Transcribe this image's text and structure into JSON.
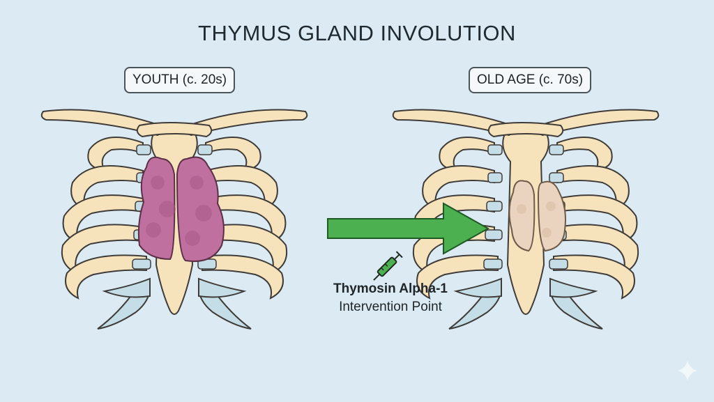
{
  "diagram": {
    "title": "THYMUS GLAND INVOLUTION",
    "stages": [
      {
        "label": "YOUTH (c. 20s)",
        "thymus_color": "#c0709f"
      },
      {
        "label": "OLD AGE (c. 70s)",
        "thymus_color": "#ead4bf"
      }
    ],
    "intervention": {
      "name": "Thymosin Alpha-1",
      "description": "Intervention Point",
      "icon": "syringe-icon"
    },
    "arrow_color": "#4caf50",
    "colors": {
      "background": "#dcebf3",
      "bone": "#f6e3bc",
      "bone_outline": "#3e3b38",
      "cartilage": "#c5dde6"
    },
    "corner_icon": "sparkle-icon"
  }
}
